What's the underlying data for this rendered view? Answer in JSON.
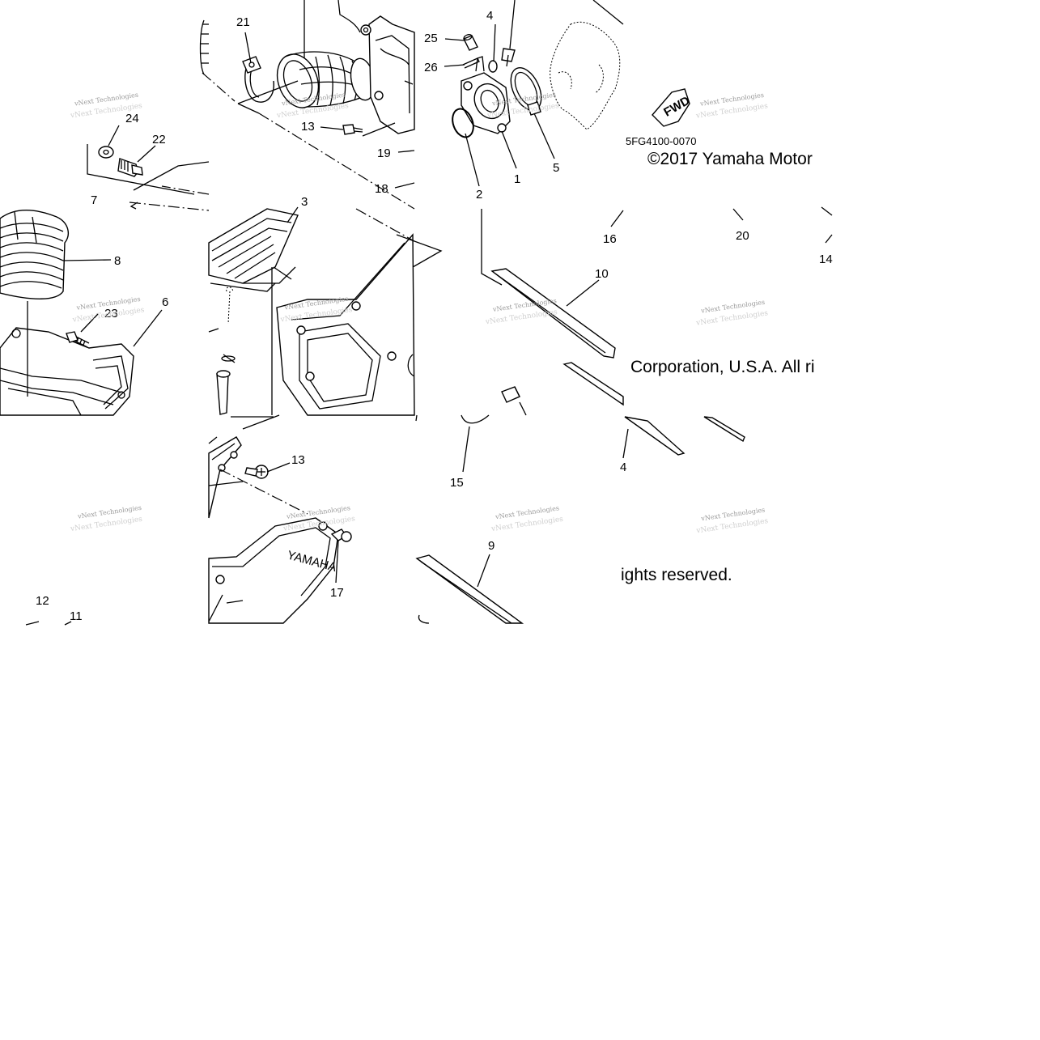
{
  "diagram": {
    "drawing_code": "5FG4100-0070",
    "copyright": {
      "line1": "©2017 Yamaha Motor",
      "line2": "Corporation, U.S.A. All ri",
      "line3": "ights reserved."
    },
    "fwd_label": "FWD",
    "stamp_text": "YAMAHA",
    "watermark_text": "vNext Technologies",
    "callouts": {
      "c1": "1",
      "c2": "2",
      "c3": "3",
      "c4": "4",
      "c5": "5",
      "c6": "6",
      "c7": "7",
      "c8": "8",
      "c9": "9",
      "c10": "10",
      "c11": "11",
      "c12": "12",
      "c13a": "13",
      "c13b": "13",
      "c14a": "14",
      "c14b": "4",
      "c15": "15",
      "c16": "16",
      "c17": "17",
      "c18": "18",
      "c19": "19",
      "c20": "20",
      "c21": "21",
      "c22": "22",
      "c23": "23",
      "c24": "24",
      "c25": "25",
      "c26": "26"
    }
  }
}
